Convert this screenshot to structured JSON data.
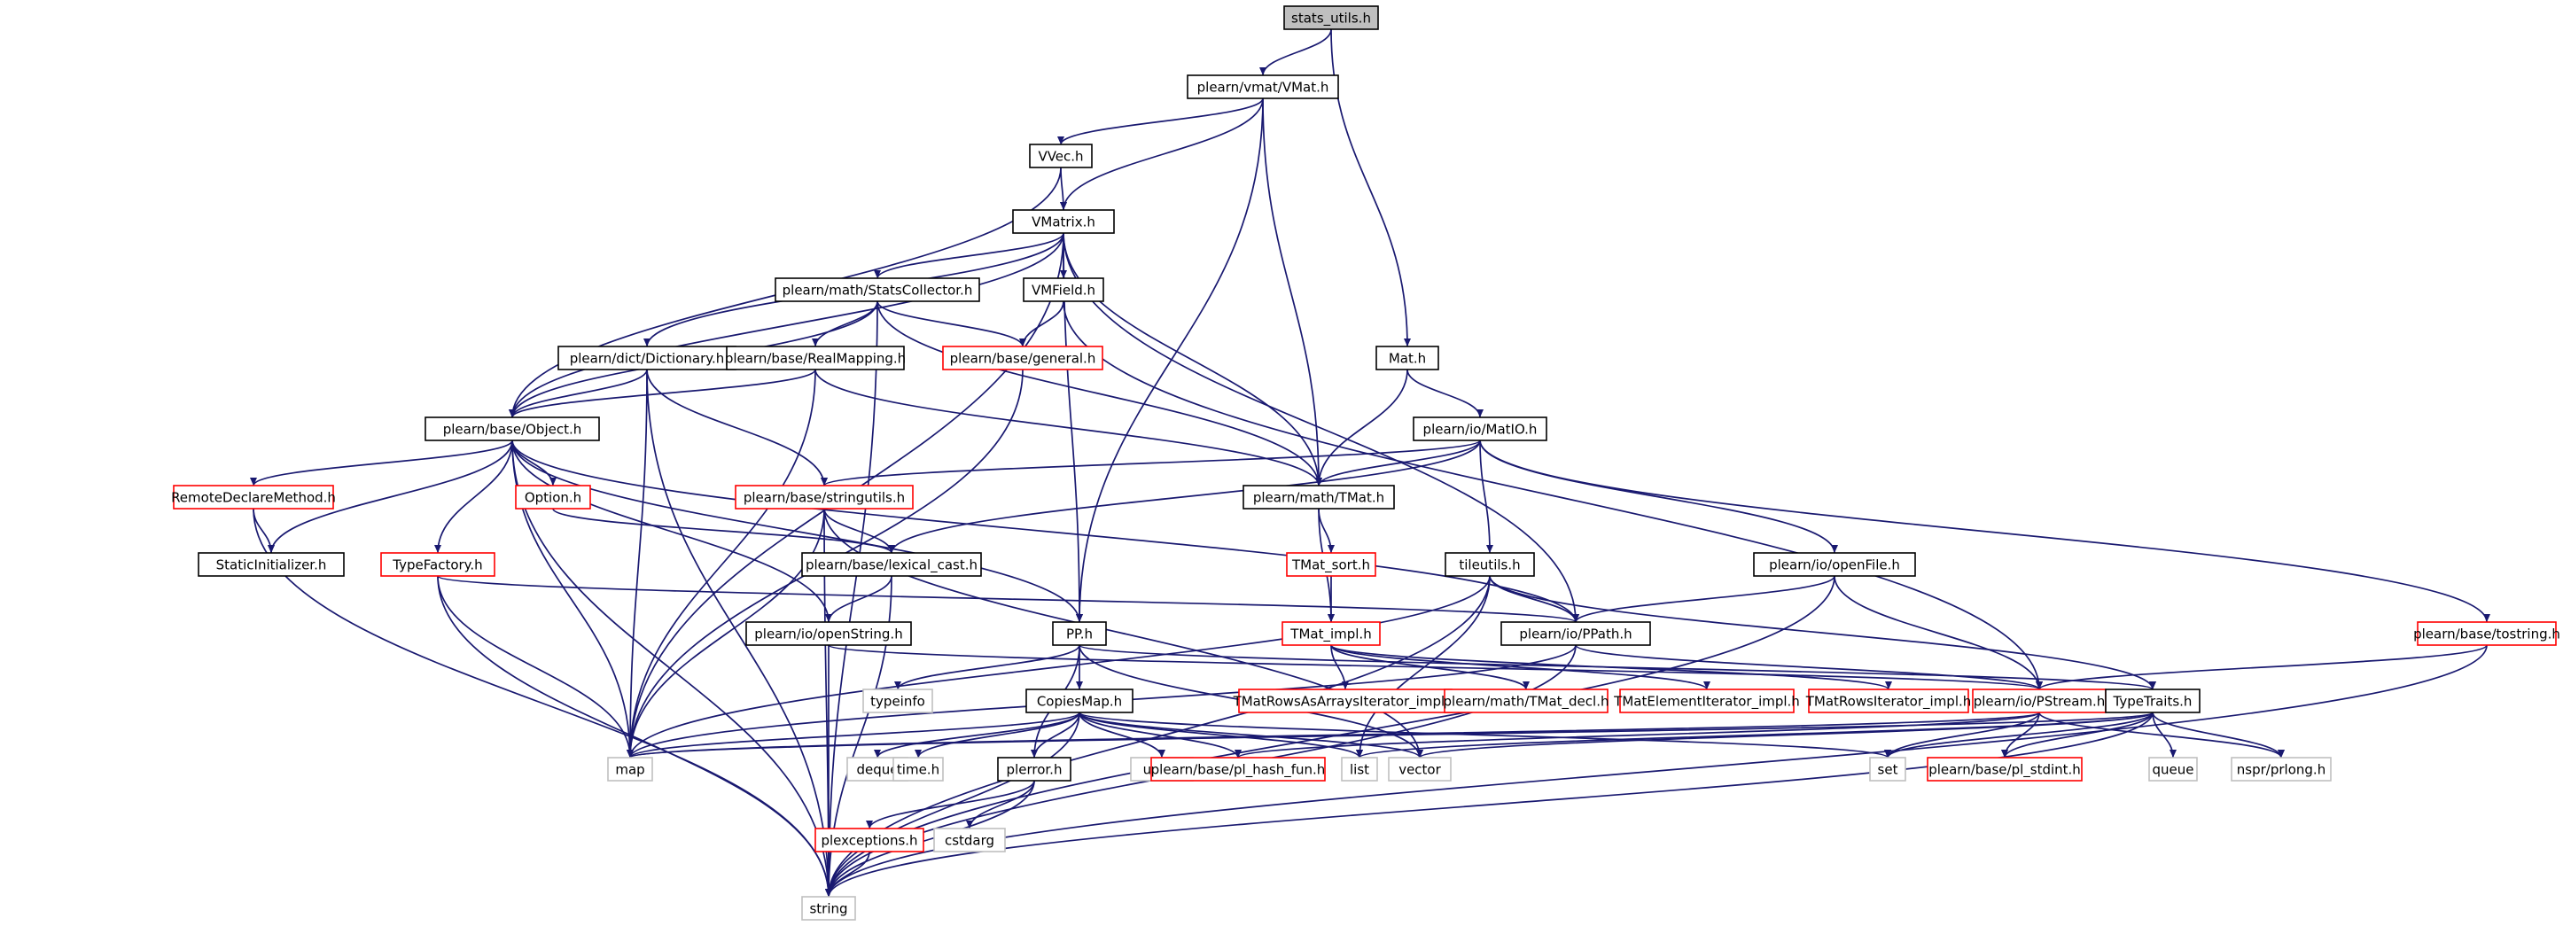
{
  "colors": {
    "edge": "#191970",
    "border_default": "#000000",
    "border_red": "#ff0000",
    "border_gray": "#bfbfbf",
    "fill_default": "#ffffff",
    "fill_root": "#bfbfbf",
    "text": "#000000"
  },
  "nodes": [
    {
      "id": "stats_utils",
      "label": "stats_utils.h",
      "style": "root"
    },
    {
      "id": "vmat_vmat",
      "label": "plearn/vmat/VMat.h",
      "style": "black"
    },
    {
      "id": "vvec",
      "label": "VVec.h",
      "style": "black"
    },
    {
      "id": "vmatrix",
      "label": "VMatrix.h",
      "style": "black"
    },
    {
      "id": "statscollector",
      "label": "plearn/math/StatsCollector.h",
      "style": "black"
    },
    {
      "id": "vmfield",
      "label": "VMField.h",
      "style": "black"
    },
    {
      "id": "dictionary",
      "label": "plearn/dict/Dictionary.h",
      "style": "black"
    },
    {
      "id": "realmapping",
      "label": "plearn/base/RealMapping.h",
      "style": "black"
    },
    {
      "id": "general",
      "label": "plearn/base/general.h",
      "style": "red"
    },
    {
      "id": "mat",
      "label": "Mat.h",
      "style": "black"
    },
    {
      "id": "matio",
      "label": "plearn/io/MatIO.h",
      "style": "black"
    },
    {
      "id": "object",
      "label": "plearn/base/Object.h",
      "style": "black"
    },
    {
      "id": "tmat",
      "label": "plearn/math/TMat.h",
      "style": "black"
    },
    {
      "id": "remotedeclare",
      "label": "RemoteDeclareMethod.h",
      "style": "red"
    },
    {
      "id": "option",
      "label": "Option.h",
      "style": "red"
    },
    {
      "id": "stringutils",
      "label": "plearn/base/stringutils.h",
      "style": "red"
    },
    {
      "id": "staticinit",
      "label": "StaticInitializer.h",
      "style": "black"
    },
    {
      "id": "typefactory",
      "label": "TypeFactory.h",
      "style": "red"
    },
    {
      "id": "lexical_cast",
      "label": "plearn/base/lexical_cast.h",
      "style": "black"
    },
    {
      "id": "tmat_sort",
      "label": "TMat_sort.h",
      "style": "red"
    },
    {
      "id": "tileutils",
      "label": "tileutils.h",
      "style": "black"
    },
    {
      "id": "openfile",
      "label": "plearn/io/openFile.h",
      "style": "black"
    },
    {
      "id": "openstring",
      "label": "plearn/io/openString.h",
      "style": "black"
    },
    {
      "id": "pp",
      "label": "PP.h",
      "style": "black"
    },
    {
      "id": "tmat_impl",
      "label": "TMat_impl.h",
      "style": "red"
    },
    {
      "id": "ppath",
      "label": "plearn/io/PPath.h",
      "style": "black"
    },
    {
      "id": "tostring",
      "label": "plearn/base/tostring.h",
      "style": "red"
    },
    {
      "id": "typeinfo",
      "label": "typeinfo",
      "style": "gray"
    },
    {
      "id": "copiesmap",
      "label": "CopiesMap.h",
      "style": "black"
    },
    {
      "id": "rowsasarrays",
      "label": "TMatRowsAsArraysIterator_impl.h",
      "style": "red"
    },
    {
      "id": "tmat_decl",
      "label": "plearn/math/TMat_decl.h",
      "style": "red"
    },
    {
      "id": "elemiter",
      "label": "TMatElementIterator_impl.h",
      "style": "red"
    },
    {
      "id": "rowsiter",
      "label": "TMatRowsIterator_impl.h",
      "style": "red"
    },
    {
      "id": "pstream",
      "label": "plearn/io/PStream.h",
      "style": "red"
    },
    {
      "id": "typetraits",
      "label": "TypeTraits.h",
      "style": "black"
    },
    {
      "id": "map",
      "label": "map",
      "style": "gray"
    },
    {
      "id": "deque",
      "label": "deque",
      "style": "gray"
    },
    {
      "id": "time",
      "label": "time.h",
      "style": "gray"
    },
    {
      "id": "plerror",
      "label": "plerror.h",
      "style": "black"
    },
    {
      "id": "utility",
      "label": "utility",
      "style": "gray"
    },
    {
      "id": "pl_hash_fun",
      "label": "plearn/base/pl_hash_fun.h",
      "style": "red"
    },
    {
      "id": "list",
      "label": "list",
      "style": "gray"
    },
    {
      "id": "vector",
      "label": "vector",
      "style": "gray"
    },
    {
      "id": "set",
      "label": "set",
      "style": "gray"
    },
    {
      "id": "pl_stdint",
      "label": "plearn/base/pl_stdint.h",
      "style": "red"
    },
    {
      "id": "queue",
      "label": "queue",
      "style": "gray"
    },
    {
      "id": "prlong",
      "label": "nspr/prlong.h",
      "style": "gray"
    },
    {
      "id": "plexceptions",
      "label": "plexceptions.h",
      "style": "red"
    },
    {
      "id": "cstdarg",
      "label": "cstdarg",
      "style": "gray"
    },
    {
      "id": "string",
      "label": "string",
      "style": "gray"
    }
  ],
  "edges": [
    [
      "stats_utils",
      "vmat_vmat"
    ],
    [
      "stats_utils",
      "mat"
    ],
    [
      "vmat_vmat",
      "vvec"
    ],
    [
      "vmat_vmat",
      "vmatrix"
    ],
    [
      "vmat_vmat",
      "tmat"
    ],
    [
      "vmat_vmat",
      "pp"
    ],
    [
      "vvec",
      "vmatrix"
    ],
    [
      "vvec",
      "object"
    ],
    [
      "vmatrix",
      "statscollector"
    ],
    [
      "vmatrix",
      "vmfield"
    ],
    [
      "vmatrix",
      "dictionary"
    ],
    [
      "vmatrix",
      "object"
    ],
    [
      "vmatrix",
      "tmat"
    ],
    [
      "vmatrix",
      "pp"
    ],
    [
      "vmatrix",
      "ppath"
    ],
    [
      "vmatrix",
      "map"
    ],
    [
      "statscollector",
      "realmapping"
    ],
    [
      "statscollector",
      "general"
    ],
    [
      "statscollector",
      "object"
    ],
    [
      "statscollector",
      "tmat"
    ],
    [
      "statscollector",
      "string"
    ],
    [
      "vmfield",
      "general"
    ],
    [
      "vmfield",
      "pstream"
    ],
    [
      "dictionary",
      "object"
    ],
    [
      "dictionary",
      "stringutils"
    ],
    [
      "dictionary",
      "map"
    ],
    [
      "dictionary",
      "string"
    ],
    [
      "realmapping",
      "object"
    ],
    [
      "realmapping",
      "tmat"
    ],
    [
      "realmapping",
      "map"
    ],
    [
      "general",
      "map"
    ],
    [
      "mat",
      "tmat"
    ],
    [
      "mat",
      "matio"
    ],
    [
      "matio",
      "tmat"
    ],
    [
      "matio",
      "stringutils"
    ],
    [
      "matio",
      "lexical_cast"
    ],
    [
      "matio",
      "tileutils"
    ],
    [
      "matio",
      "openfile"
    ],
    [
      "matio",
      "tostring"
    ],
    [
      "object",
      "remotedeclare"
    ],
    [
      "object",
      "option"
    ],
    [
      "object",
      "typefactory"
    ],
    [
      "object",
      "staticinit"
    ],
    [
      "object",
      "openstring"
    ],
    [
      "object",
      "pp"
    ],
    [
      "object",
      "ppath"
    ],
    [
      "object",
      "map"
    ],
    [
      "object",
      "string"
    ],
    [
      "remotedeclare",
      "staticinit"
    ],
    [
      "remotedeclare",
      "string"
    ],
    [
      "option",
      "lexical_cast"
    ],
    [
      "stringutils",
      "lexical_cast"
    ],
    [
      "stringutils",
      "map"
    ],
    [
      "stringutils",
      "vector"
    ],
    [
      "stringutils",
      "string"
    ],
    [
      "typefactory",
      "ppath"
    ],
    [
      "typefactory",
      "map"
    ],
    [
      "typefactory",
      "string"
    ],
    [
      "lexical_cast",
      "openstring"
    ],
    [
      "lexical_cast",
      "string"
    ],
    [
      "tmat",
      "tmat_sort"
    ],
    [
      "tmat",
      "tmat_impl"
    ],
    [
      "tmat_sort",
      "tmat_impl"
    ],
    [
      "tileutils",
      "ppath"
    ],
    [
      "tileutils",
      "typetraits"
    ],
    [
      "tileutils",
      "map"
    ],
    [
      "tileutils",
      "list"
    ],
    [
      "tileutils",
      "string"
    ],
    [
      "openfile",
      "ppath"
    ],
    [
      "openfile",
      "pstream"
    ],
    [
      "openfile",
      "string"
    ],
    [
      "openstring",
      "pstream"
    ],
    [
      "openstring",
      "string"
    ],
    [
      "pp",
      "typeinfo"
    ],
    [
      "pp",
      "copiesmap"
    ],
    [
      "pp",
      "plerror"
    ],
    [
      "pp",
      "typetraits"
    ],
    [
      "pp",
      "vector"
    ],
    [
      "tmat_impl",
      "rowsasarrays"
    ],
    [
      "tmat_impl",
      "tmat_decl"
    ],
    [
      "tmat_impl",
      "elemiter"
    ],
    [
      "tmat_impl",
      "rowsiter"
    ],
    [
      "ppath",
      "pstream"
    ],
    [
      "ppath",
      "map"
    ],
    [
      "ppath",
      "string"
    ],
    [
      "tostring",
      "pstream"
    ],
    [
      "tostring",
      "string"
    ],
    [
      "copiesmap",
      "map"
    ],
    [
      "copiesmap",
      "deque"
    ],
    [
      "copiesmap",
      "time"
    ],
    [
      "copiesmap",
      "plerror"
    ],
    [
      "copiesmap",
      "utility"
    ],
    [
      "copiesmap",
      "pl_hash_fun"
    ],
    [
      "copiesmap",
      "list"
    ],
    [
      "copiesmap",
      "vector"
    ],
    [
      "copiesmap",
      "set"
    ],
    [
      "copiesmap",
      "string"
    ],
    [
      "pstream",
      "typetraits"
    ],
    [
      "pstream",
      "map"
    ],
    [
      "pstream",
      "pl_hash_fun"
    ],
    [
      "pstream",
      "set"
    ],
    [
      "pstream",
      "pl_stdint"
    ],
    [
      "pstream",
      "prlong"
    ],
    [
      "typetraits",
      "map"
    ],
    [
      "typetraits",
      "list"
    ],
    [
      "typetraits",
      "vector"
    ],
    [
      "typetraits",
      "set"
    ],
    [
      "typetraits",
      "pl_stdint"
    ],
    [
      "typetraits",
      "queue"
    ],
    [
      "typetraits",
      "prlong"
    ],
    [
      "typetraits",
      "string"
    ],
    [
      "plerror",
      "plexceptions"
    ],
    [
      "plerror",
      "cstdarg"
    ],
    [
      "plerror",
      "string"
    ],
    [
      "plexceptions",
      "string"
    ]
  ]
}
